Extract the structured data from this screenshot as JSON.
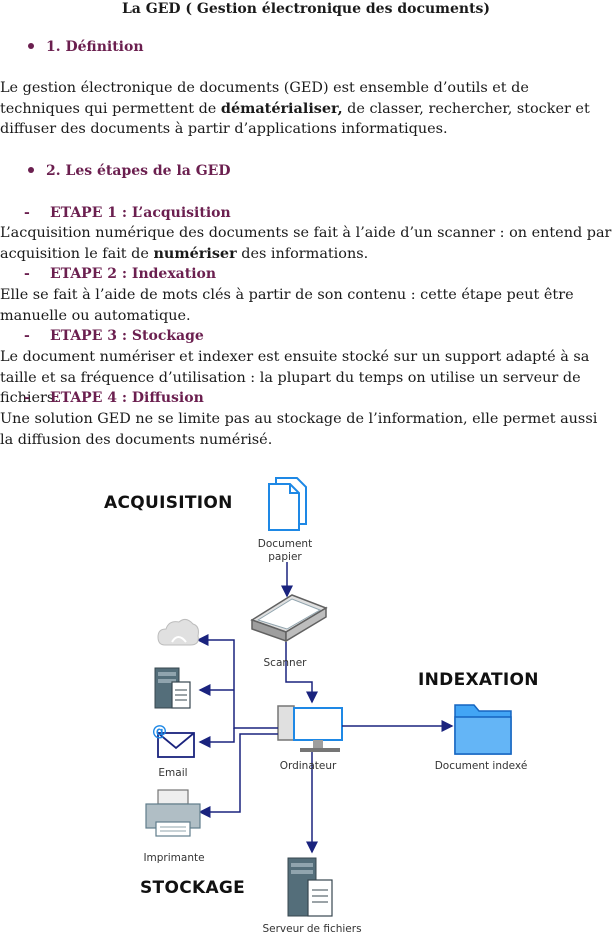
{
  "title": "La GED ( Gestion électronique des documents)",
  "section1": {
    "heading": "1. Définition",
    "para_before": "Le gestion électronique de documents (GED) est ensemble d’outils et de techniques qui permettent de ",
    "para_bold": "dématérialiser,",
    "para_after": " de classer, rechercher, stocker et diffuser des documents à partir d’applications informatiques."
  },
  "section2": {
    "heading": "2. Les étapes de la GED",
    "dash": "-",
    "steps": [
      {
        "heading": "ETAPE 1 : L’acquisition",
        "text_before": "L’acquisition numérique des documents se fait à l’aide d’un scanner : on entend par acquisition le fait de ",
        "text_bold": "numériser",
        "text_after": " des informations."
      },
      {
        "heading": "ETAPE 2 : Indexation",
        "text": "Elle se fait à l’aide de mots clés à partir de son contenu : cette étape peut être manuelle ou automatique."
      },
      {
        "heading": "ETAPE 3 : Stockage",
        "text": "Le document numériser et indexer est ensuite stocké sur un support adapté à sa taille et sa fréquence d’utilisation : la plupart du temps on utilise un serveur de fichiers."
      },
      {
        "heading": "ETAPE 4 : Diffusion",
        "text": "Une solution GED ne se limite pas au stockage de l’information, elle permet aussi la diffusion des documents numérisé."
      }
    ]
  },
  "diagram": {
    "stages": {
      "acquisition": "ACQUISITION",
      "indexation": "INDEXATION",
      "stockage": "STOCKAGE"
    },
    "labels": {
      "document": "Document\npapier",
      "scanner": "Scanner",
      "ordinateur": "Ordinateur",
      "indexed": "Document indexé",
      "email": "Email",
      "printer": "Imprimante",
      "server": "Serveur de fichiers"
    },
    "colors": {
      "accent": "#6b1f4f",
      "icon_blue": "#1e88e5",
      "arrow": "#1a237e",
      "icon_gray": "#9e9e9e"
    }
  }
}
